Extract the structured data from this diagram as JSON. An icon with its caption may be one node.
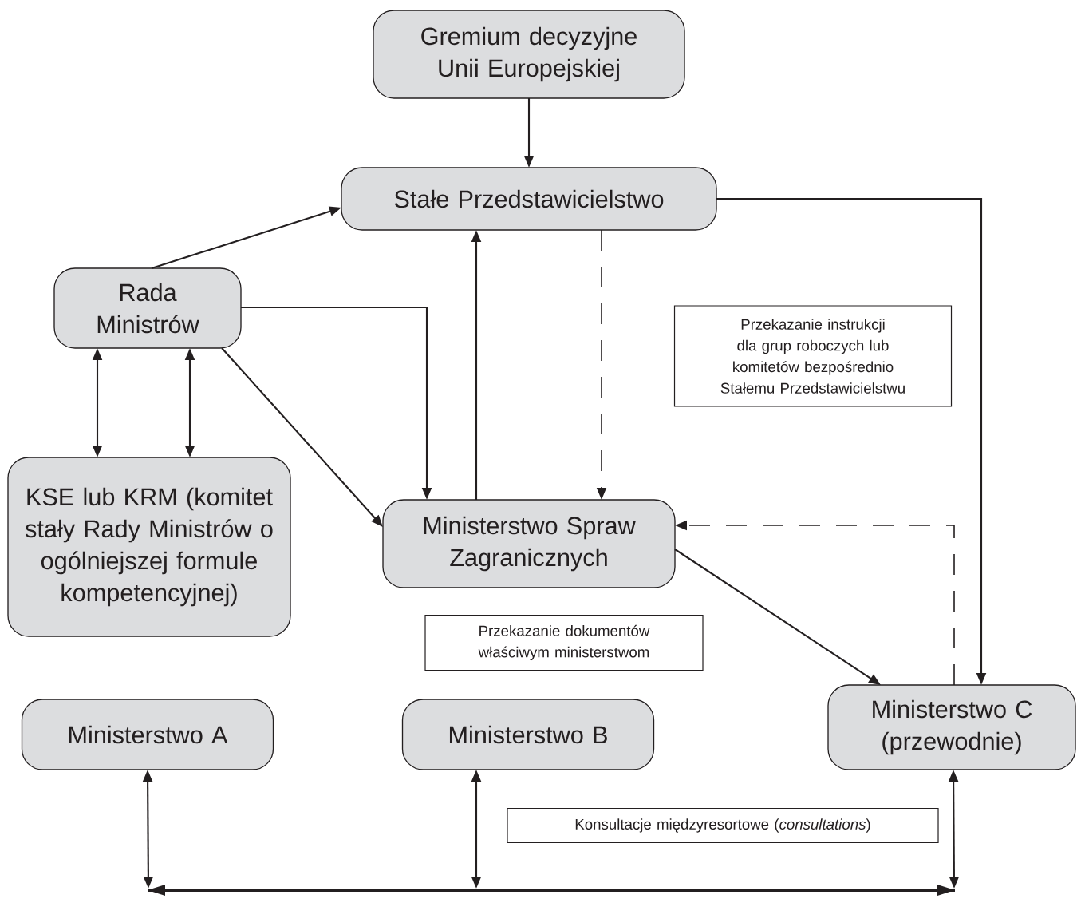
{
  "diagram": {
    "nodes": [
      {
        "text": [
          "Gremium decyzyjne Unii Europejskiej"
        ]
      },
      {
        "text": [
          "Stałe Przedstawicielstwo"
        ]
      },
      {
        "text": [
          "Rada Ministrów"
        ]
      },
      {
        "text": [
          "Przekazanie instrukcji dla grup roboczych lub komitetów bezpośrednio Stałemu Przedstawicielstwu"
        ]
      },
      {
        "text": [
          "KSE lub KRM (komitet stały Rady Ministrów o ogólniejszej formule kompetencyjnej)"
        ]
      },
      {
        "text": [
          "Ministerstwo Spraw Zagranicznych"
        ]
      },
      {
        "text": [
          "Przekazanie dokumentów właściwym ministerstwom"
        ]
      },
      {
        "text": [
          "Ministerstwo A"
        ]
      },
      {
        "text": [
          "Ministerstwo B"
        ]
      },
      {
        "text": [
          "Ministerstwo C (przewodnie)"
        ]
      },
      {
        "text": [
          "Konsultacje międzyresortowe (*consultations*)"
        ]
      },
      {
        "text": [],
        "shape": "bar"
      }
    ],
    "edges": [
      {
        "from": 0,
        "to": 1,
        "arrow": "to"
      },
      {
        "from": 2,
        "to": 1,
        "arrow": "to"
      },
      {
        "from": 1,
        "to": 9,
        "arrow": "to"
      },
      {
        "from": 2,
        "to": 5,
        "arrow": "to"
      },
      {
        "from": 2,
        "to": 5,
        "arrow": "to"
      },
      {
        "from": 5,
        "to": 1,
        "arrow": "to"
      },
      {
        "from": 1,
        "to": 5,
        "arrow": "to",
        "style": "dashed"
      },
      {
        "from": 9,
        "to": 5,
        "arrow": "to",
        "style": "dashed"
      },
      {
        "from": 5,
        "to": 9,
        "arrow": "to"
      },
      {
        "from": 2,
        "to": 4,
        "arrow": "both"
      },
      {
        "from": 2,
        "to": 4,
        "arrow": "both"
      },
      {
        "from": 7,
        "to": 11,
        "arrow": "both"
      },
      {
        "from": 8,
        "to": 11,
        "arrow": "both"
      },
      {
        "from": 9,
        "to": 11,
        "arrow": "both"
      }
    ]
  }
}
